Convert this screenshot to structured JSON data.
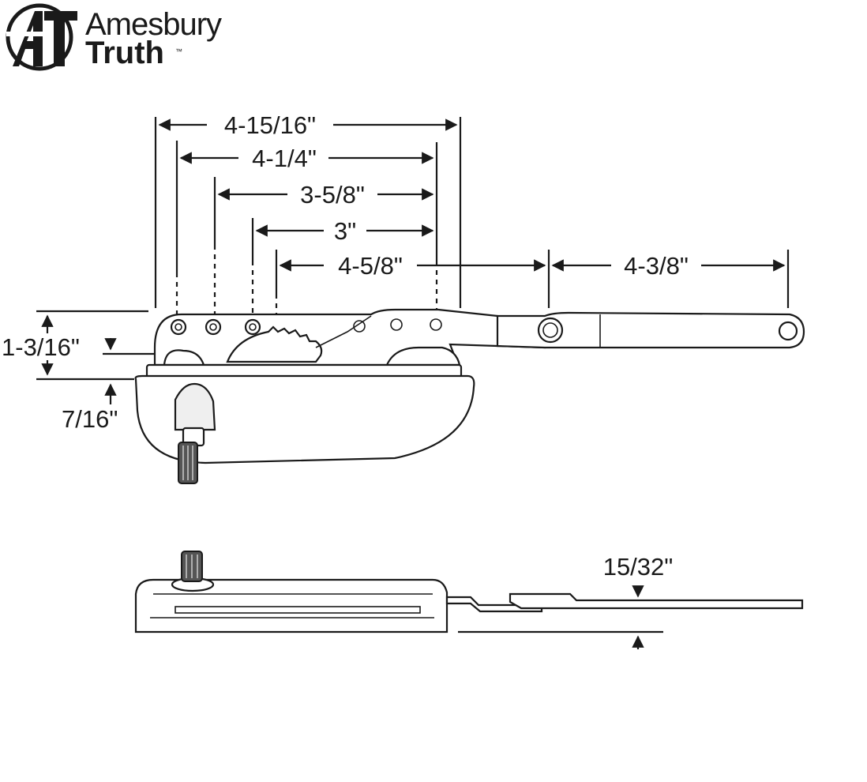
{
  "brand": {
    "name_line1": "Amesbury",
    "name_line2": "Truth",
    "trademark": "™",
    "logo_letters": "AT"
  },
  "dimensions": {
    "overall_length": "4-15/16\"",
    "hole_span_a": "4-1/4\"",
    "hole_span_b": "3-5/8\"",
    "hole_span_c": "3\"",
    "arm_to_pivot": "4-5/8\"",
    "arm_extension": "4-3/8\"",
    "body_height": "1-3/16\"",
    "base_offset": "7/16\"",
    "arm_thickness": "15/32\""
  }
}
